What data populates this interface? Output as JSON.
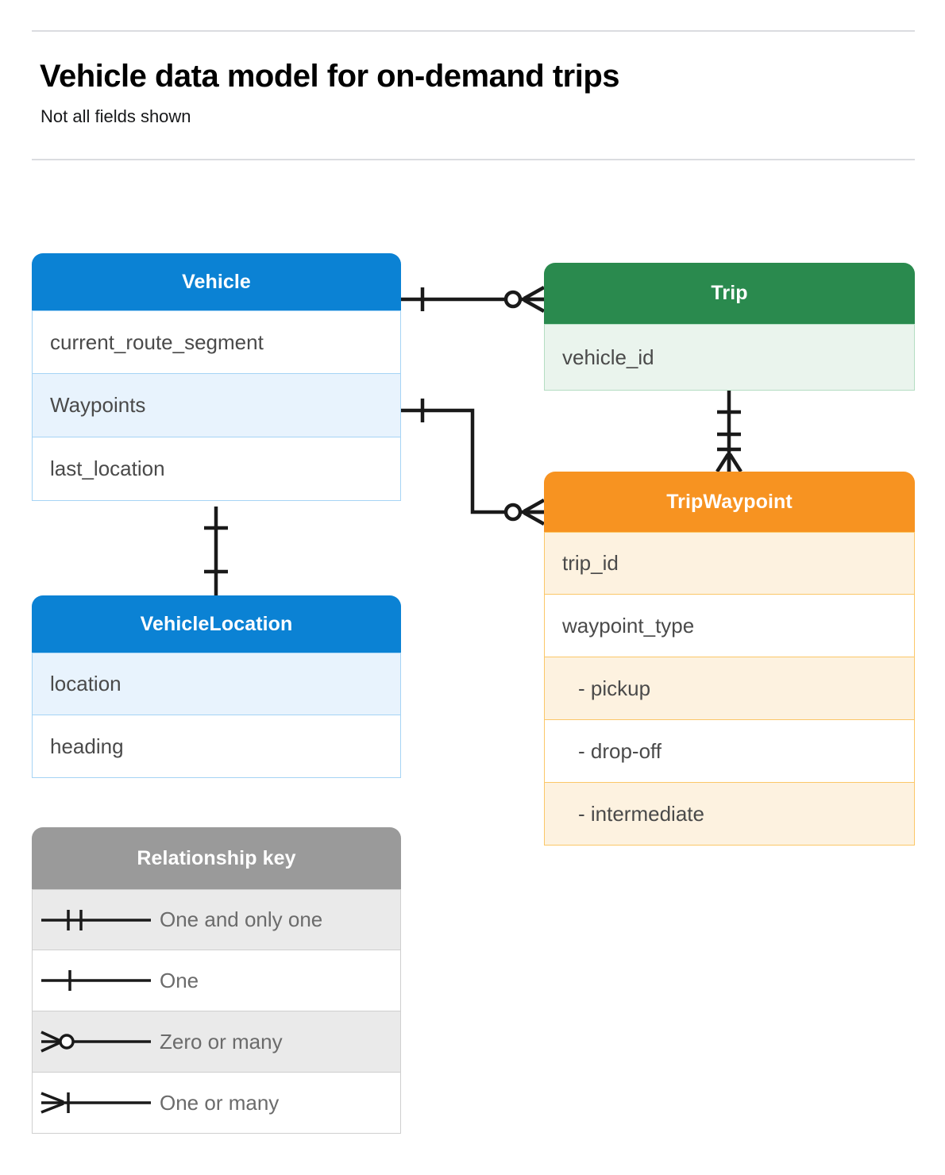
{
  "header": {
    "title": "Vehicle data model for on-demand trips",
    "subtitle": "Not all fields shown"
  },
  "colors": {
    "blue": "#0b82d4",
    "blue_row_alt": "#e8f3fd",
    "blue_border": "#a6d4f5",
    "green": "#2a8a4e",
    "green_row_alt": "#eaf4ed",
    "green_border": "#b4ddc2",
    "orange": "#f79321",
    "orange_row_alt": "#fdf2e0",
    "orange_border": "#fbc768",
    "gray": "#9a9a9a",
    "gray_row_alt": "#eaeaea",
    "line": "#1a1a1a",
    "rule": "#dadce0"
  },
  "entities": {
    "vehicle": {
      "title": "Vehicle",
      "fields": [
        {
          "label": "current_route_segment"
        },
        {
          "label": "Waypoints"
        },
        {
          "label": "last_location"
        }
      ]
    },
    "trip": {
      "title": "Trip",
      "fields": [
        {
          "label": "vehicle_id"
        }
      ]
    },
    "vehicle_location": {
      "title": "VehicleLocation",
      "fields": [
        {
          "label": "location"
        },
        {
          "label": "heading"
        }
      ]
    },
    "trip_waypoint": {
      "title": "TripWaypoint",
      "fields": [
        {
          "label": "trip_id"
        },
        {
          "label": "waypoint_type"
        },
        {
          "label": "-  pickup"
        },
        {
          "label": "-  drop-off"
        },
        {
          "label": "-  intermediate"
        }
      ]
    }
  },
  "legend": {
    "title": "Relationship key",
    "items": [
      {
        "symbol": "one-and-only-one-symbol",
        "label": "One and only one"
      },
      {
        "symbol": "one-symbol",
        "label": "One"
      },
      {
        "symbol": "zero-or-many-symbol",
        "label": "Zero or many"
      },
      {
        "symbol": "one-or-many-symbol",
        "label": "One or many"
      }
    ]
  },
  "relationships": [
    {
      "name": "vehicle-to-trip",
      "from": "Vehicle",
      "to": "Trip",
      "from_cardinality": "One",
      "to_cardinality": "Zero or many"
    },
    {
      "name": "vehicle-waypoints-to-tripwaypoint",
      "from": "Vehicle.Waypoints",
      "to": "TripWaypoint",
      "from_cardinality": "One",
      "to_cardinality": "Zero or many"
    },
    {
      "name": "trip-to-tripwaypoint",
      "from": "Trip",
      "to": "TripWaypoint",
      "from_cardinality": "One and only one",
      "to_cardinality": "One or many"
    },
    {
      "name": "vehicle-to-vehiclelocation",
      "from": "Vehicle",
      "to": "VehicleLocation",
      "from_cardinality": "One",
      "to_cardinality": "One"
    }
  ]
}
